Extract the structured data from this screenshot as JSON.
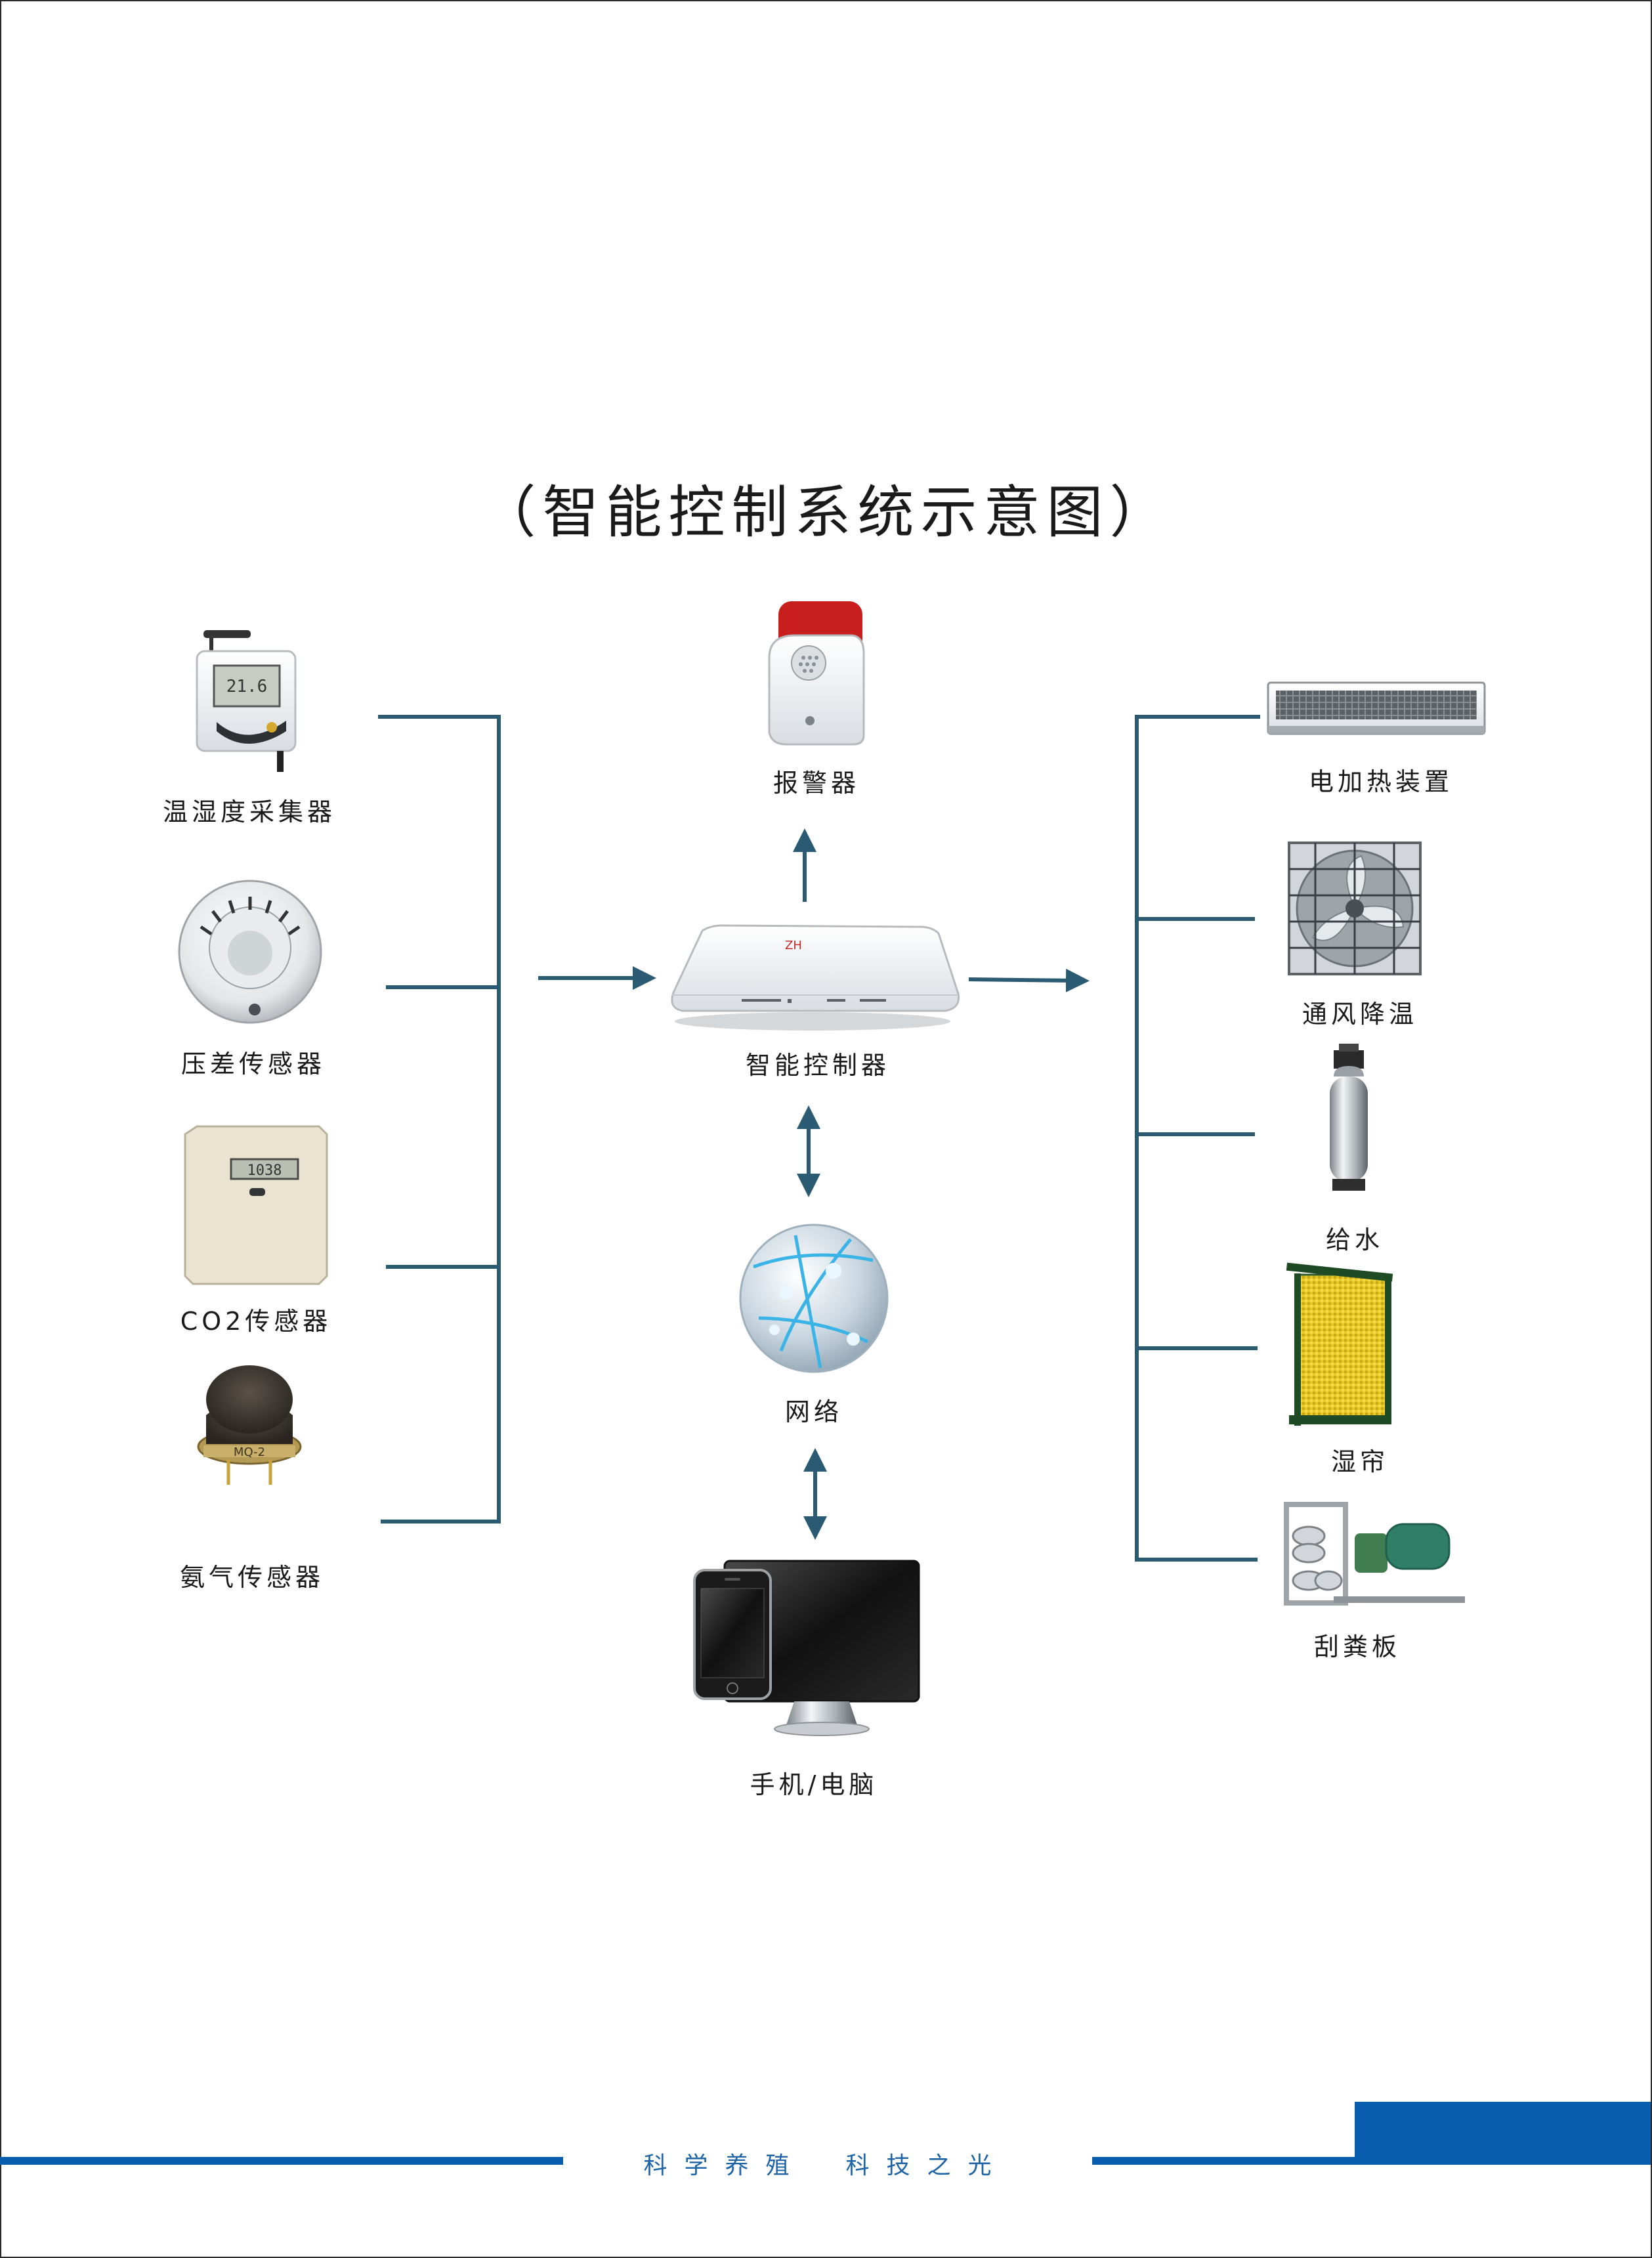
{
  "title": "（智能控制系统示意图）",
  "center": {
    "alarm": "报警器",
    "controller": "智能控制器",
    "network": "网络",
    "terminal": "手机/电脑"
  },
  "sensors": [
    {
      "label": "温湿度采集器",
      "icon": "temp-humidity-logger-icon"
    },
    {
      "label": "压差传感器",
      "icon": "pressure-sensor-icon"
    },
    {
      "label": "CO2传感器",
      "icon": "co2-sensor-icon"
    },
    {
      "label": "氨气传感器",
      "icon": "ammonia-sensor-icon"
    }
  ],
  "actuators": [
    {
      "label": "电加热装置",
      "icon": "electric-heater-icon"
    },
    {
      "label": "通风降温",
      "icon": "exhaust-fan-icon"
    },
    {
      "label": "给水",
      "icon": "water-tank-icon"
    },
    {
      "label": "湿帘",
      "icon": "wet-curtain-icon"
    },
    {
      "label": "刮粪板",
      "icon": "manure-scraper-icon"
    }
  ],
  "footer": {
    "slogan_left": "科学养殖",
    "slogan_right": "科技之光"
  },
  "colors": {
    "connector": "#2b5a73",
    "brand_blue": "#0a5eb0",
    "footer_text": "#1e64a6"
  }
}
